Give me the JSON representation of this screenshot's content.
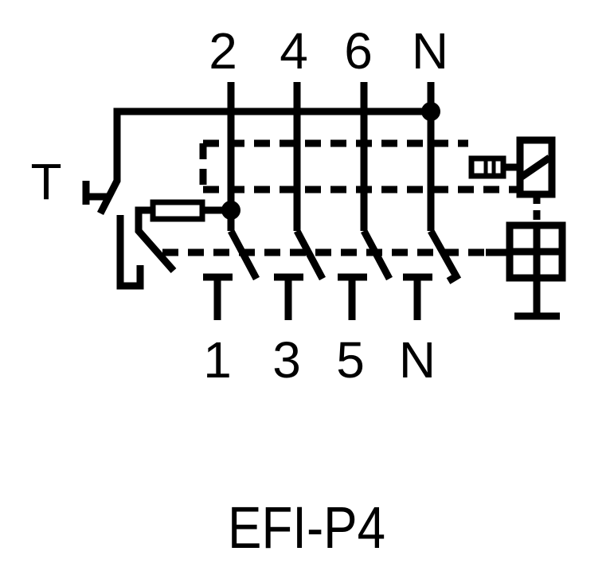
{
  "diagram": {
    "top_terminals": [
      "2",
      "4",
      "6",
      "N"
    ],
    "bottom_terminals": [
      "1",
      "3",
      "5",
      "N"
    ],
    "test_button_label": "T",
    "model_name": "EFI-P4"
  }
}
